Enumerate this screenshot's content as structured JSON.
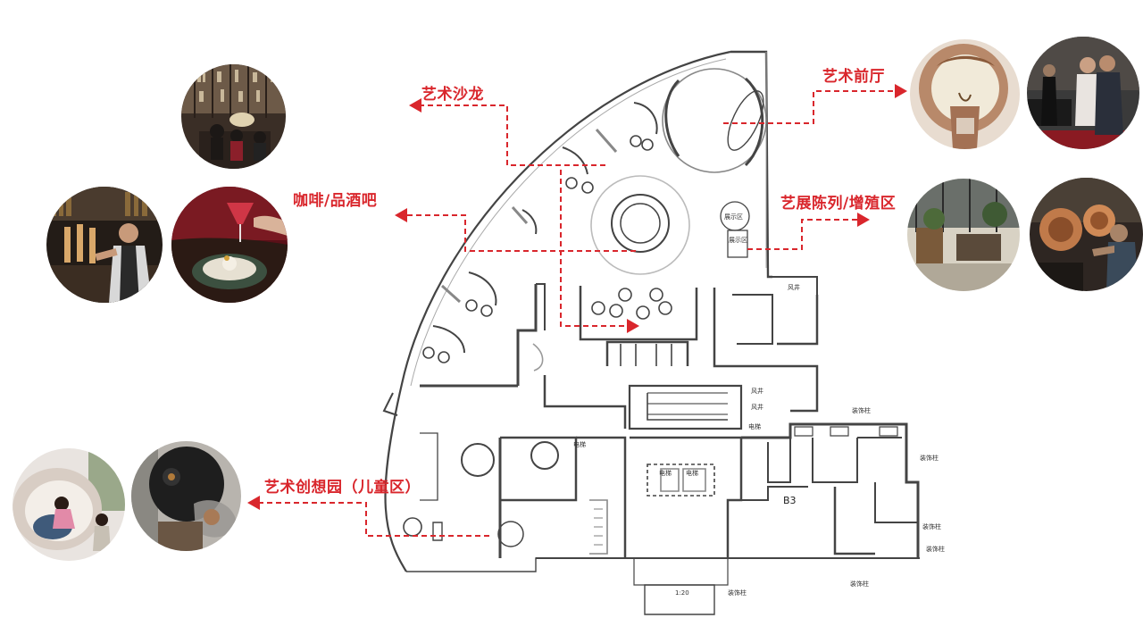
{
  "zones": {
    "art_salon": "艺术沙龙",
    "coffee_wine_bar": "咖啡/品酒吧",
    "art_lobby": "艺术前厅",
    "exhibition": "艺展陈列/增殖区",
    "kids_park": "艺术创想园（儿童区）"
  },
  "plan": {
    "display_area_1": "展示区",
    "display_area_2": "展示区",
    "wind_shaft_1": "风井",
    "wind_shaft_2": "风井",
    "wind_shaft_3": "风井",
    "elevator_1": "电梯",
    "elevator_2": "电梯",
    "elevator_3": "电梯",
    "elevator_4": "电梯",
    "level": "B3",
    "scale": "1:20",
    "deco_column_1": "装饰柱",
    "deco_column_2": "装饰柱",
    "deco_column_3": "装饰柱",
    "deco_column_4": "装饰柱",
    "deco_column_5": "装饰柱",
    "deco_column_6": "装饰柱"
  },
  "colors": {
    "accent_red": "#d9262c",
    "wall": "#333333",
    "line": "#9a9a9a"
  }
}
